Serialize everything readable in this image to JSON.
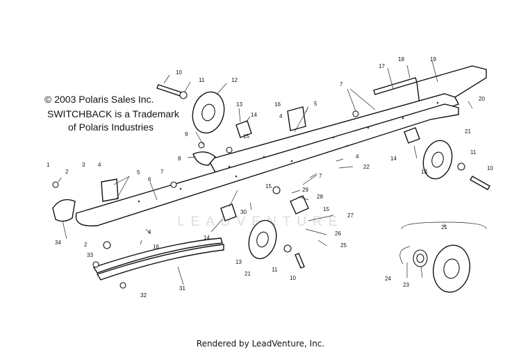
{
  "copyright": {
    "line1": "© 2003 Polaris Sales Inc.",
    "line2": "SWITCHBACK is a Trademark",
    "line3": "of Polaris Industries"
  },
  "watermark": "LEADVENTURE",
  "footer": "Rendered by LeadVenture, Inc.",
  "callouts": {
    "c1": "1",
    "c2a": "2",
    "c2b": "2",
    "c3": "3",
    "c4a": "4",
    "c4b": "4",
    "c4c": "4",
    "c4d": "4",
    "c5a": "5",
    "c5b": "5",
    "c6": "6",
    "c7a": "7",
    "c7b": "7",
    "c7c": "7",
    "c8": "8",
    "c9": "9",
    "c10a": "10",
    "c10b": "10",
    "c10c": "10",
    "c11a": "11",
    "c11b": "11",
    "c11c": "11",
    "c12": "12",
    "c13a": "13",
    "c13b": "13",
    "c13c": "13",
    "c14a": "14",
    "c14b": "14",
    "c14c": "14",
    "c15a": "15",
    "c15b": "15",
    "c15c": "15",
    "c16a": "16",
    "c16b": "16",
    "c17": "17",
    "c18": "18",
    "c19": "19",
    "c20": "20",
    "c21a": "21",
    "c21b": "21",
    "c21c": "21",
    "c22": "22",
    "c23": "23",
    "c24": "24",
    "c25": "25",
    "c26": "26",
    "c27": "27",
    "c28": "28",
    "c29": "29",
    "c30": "30",
    "c31": "31",
    "c32": "32",
    "c33": "33",
    "c34": "34"
  }
}
